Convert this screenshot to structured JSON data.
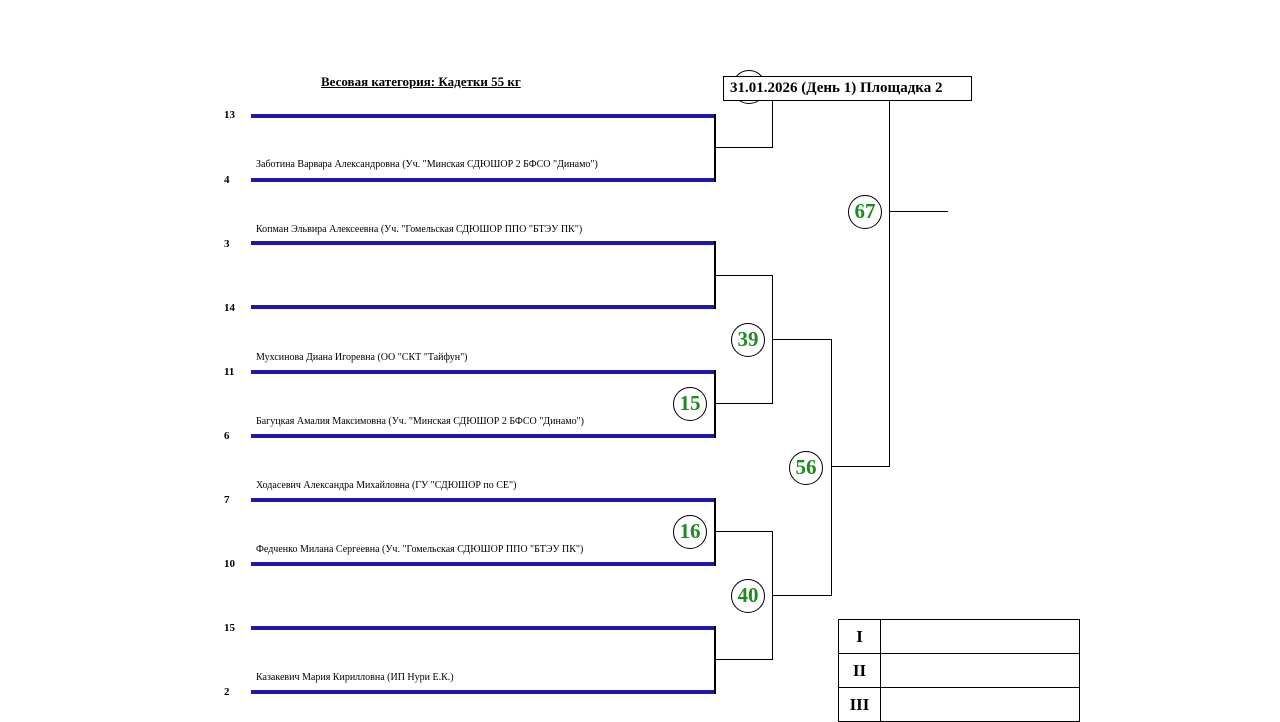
{
  "header": {
    "weight_category": "Весовая категория: Кадетки 55 кг",
    "session": "31.01.2026 (День 1) Площадка 2"
  },
  "seeds": [
    "13",
    "4",
    "3",
    "14",
    "11",
    "6",
    "7",
    "10",
    "15",
    "2"
  ],
  "participants": {
    "p4": "Заботина Варвара Александровна (Уч. \"Минская СДЮШОР 2 БФСО \"Динамо\")",
    "p3": "Копман Эльвира Алексеевна (Уч. \"Гомельская СДЮШОР ППО \"БТЭУ ПК\")",
    "p11": "Мухсинова Диана Игоревна (ОО \"СКТ \"Тайфун\")",
    "p6": "Багуцкая Амалия Максимовна (Уч. \"Минская СДЮШОР 2 БФСО \"Динамо\")",
    "p7": "Ходасевич Александра Михайловна  (ГУ \"СДЮШОР по СЕ\")",
    "p10": "Федченко Милана Сергеевна (Уч. \"Гомельская СДЮШОР ППО \"БТЭУ ПК\")",
    "p2": "Казакевич Мария Кирилловна (ИП Нури Е.К.)"
  },
  "bouts": [
    "67",
    "39",
    "15",
    "56",
    "16",
    "40"
  ],
  "places": [
    "I",
    "II",
    "III"
  ],
  "colors": {
    "bracket_line": "#1a1aa6",
    "bout_number": "#1f8a1f"
  }
}
